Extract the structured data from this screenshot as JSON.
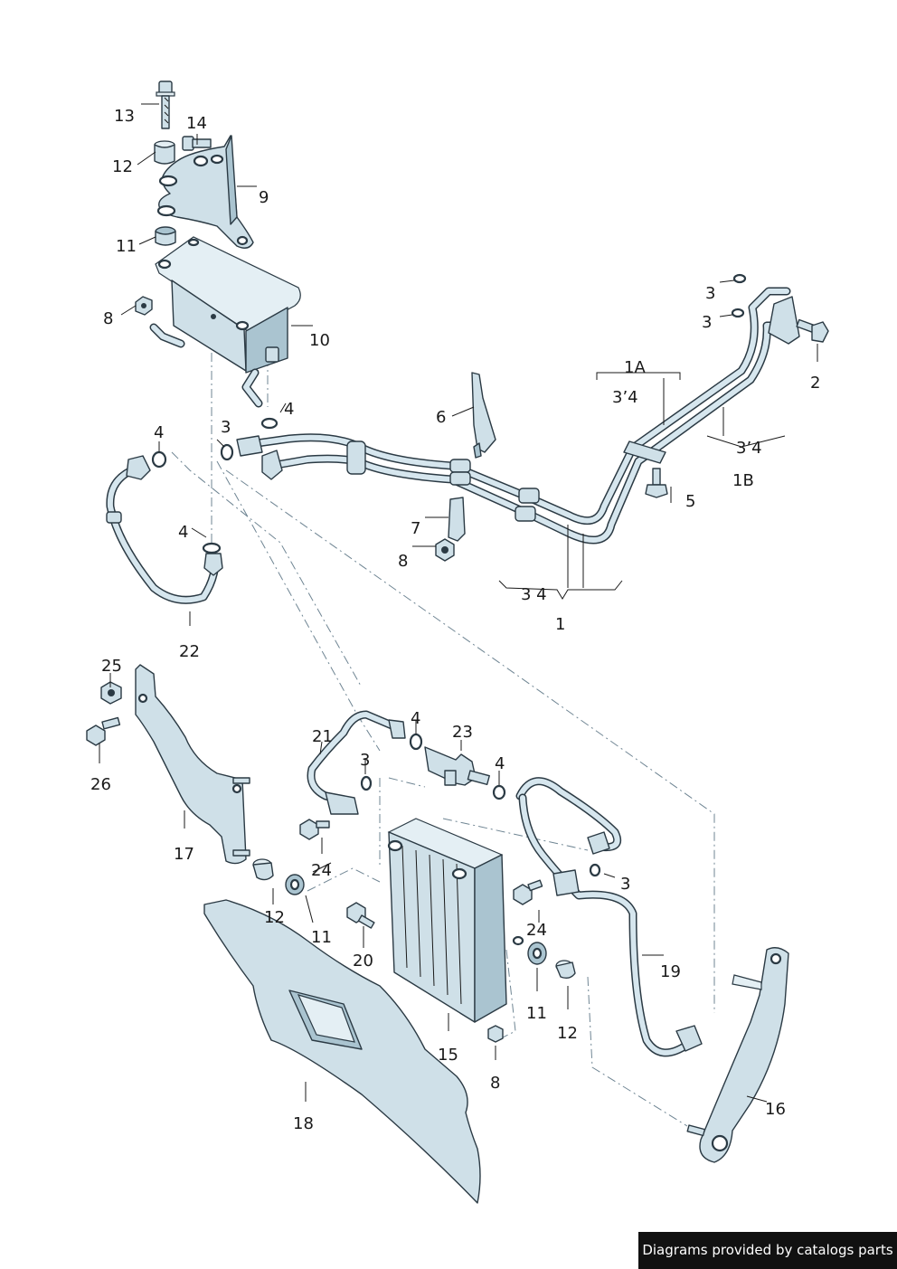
{
  "callouts": {
    "c1": "1",
    "c1a": "1A",
    "c1b": "1B",
    "c2": "2",
    "c3_a": "3",
    "c3_b": "3",
    "c3_c": "3",
    "c3_d": "3",
    "c3_e": "3",
    "c34_a": "3’4",
    "c34_b": "3’4",
    "c34_c": "3 4",
    "c4_a": "4",
    "c4_b": "4",
    "c4_c": "4",
    "c4_d": "4",
    "c4_e": "4",
    "c5": "5",
    "c6": "6",
    "c7": "7",
    "c8_a": "8",
    "c8_b": "8",
    "c8_c": "8",
    "c9": "9",
    "c10": "10",
    "c11_a": "11",
    "c11_b": "11",
    "c11_c": "11",
    "c12_a": "12",
    "c12_b": "12",
    "c12_c": "12",
    "c13": "13",
    "c14": "14",
    "c15": "15",
    "c16": "16",
    "c17": "17",
    "c18": "18",
    "c19": "19",
    "c20": "20",
    "c21": "21",
    "c22": "22",
    "c23": "23",
    "c24_a": "24",
    "c24_b": "24",
    "c25": "25",
    "c26": "26"
  },
  "footer": {
    "text": "Diagrams provided by catalogs parts"
  },
  "colors": {
    "part_fill": "#cfe0e8",
    "outline": "#2b3a44",
    "footer_bg": "#111111"
  }
}
